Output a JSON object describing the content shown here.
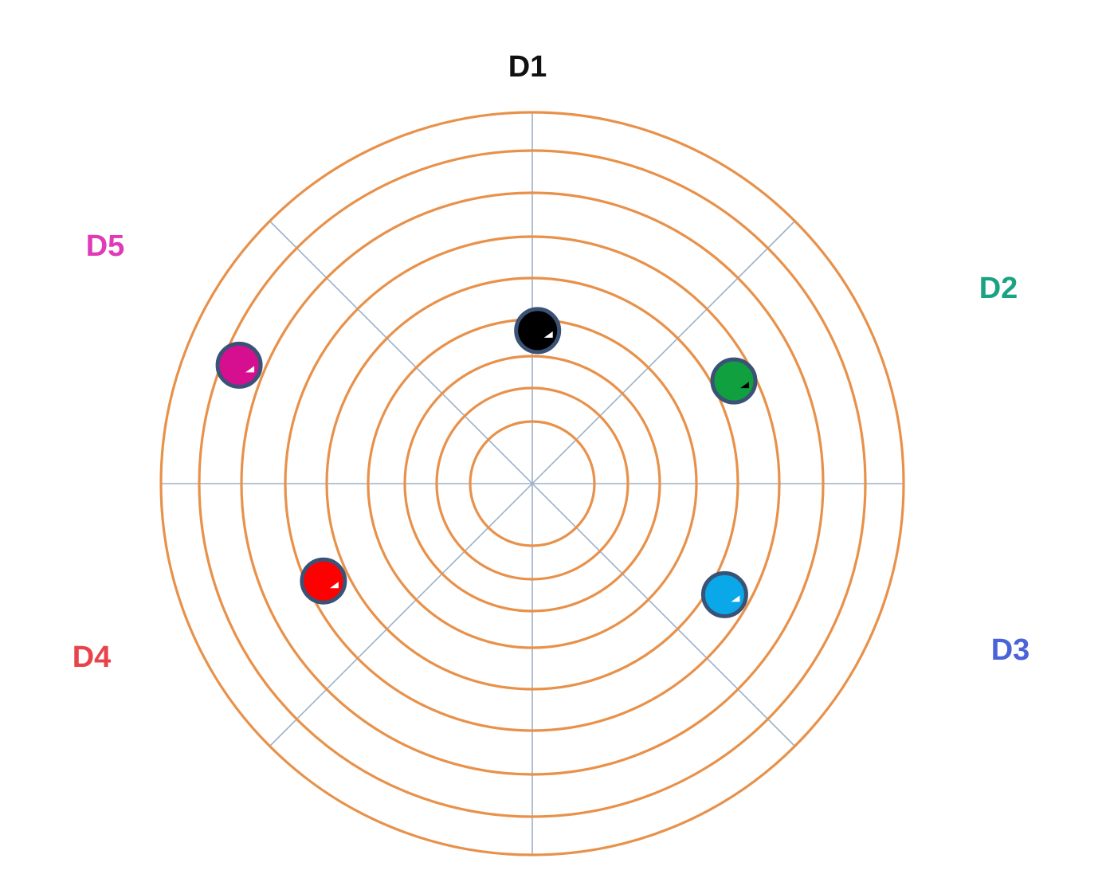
{
  "chart_data": {
    "type": "scatter",
    "title": "",
    "grid": true,
    "rings": 9,
    "ring_color": "#E8914A",
    "axis_color": "#9DB1C8",
    "marker_border_color": "#3B5277",
    "dimensions": [
      {
        "label": "D1",
        "color": "#111111"
      },
      {
        "label": "D2",
        "color": "#1AA383"
      },
      {
        "label": "D3",
        "color": "#4A63D8"
      },
      {
        "label": "D4",
        "color": "#E8434B"
      },
      {
        "label": "D5",
        "color": "#E03AB8"
      }
    ],
    "points": [
      {
        "dimension": "D1",
        "color": "#000000",
        "radius_ring": 3.7,
        "angle_deg": 2
      },
      {
        "dimension": "D2",
        "color": "#10A040",
        "radius_ring": 5.5,
        "angle_deg": 63
      },
      {
        "dimension": "D3",
        "color": "#0AA8E8",
        "radius_ring": 5.4,
        "angle_deg": 120
      },
      {
        "dimension": "D4",
        "color": "#FF0000",
        "radius_ring": 5.6,
        "angle_deg": 245
      },
      {
        "dimension": "D5",
        "color": "#D60F90",
        "radius_ring": 7.6,
        "angle_deg": 292
      }
    ]
  }
}
